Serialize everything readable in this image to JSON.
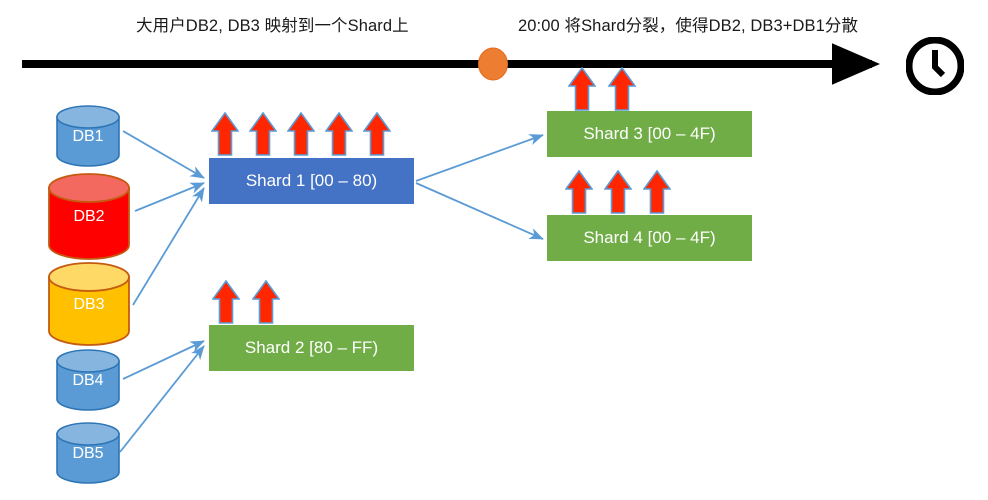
{
  "diagram": {
    "title_left": "大用户DB2, DB3 映射到一个Shard上",
    "title_right": "20:00 将Shard分裂，使得DB2, DB3+DB1分散",
    "timeline": {
      "marker_name": "split-event-marker",
      "marker_color": "#ed7d31",
      "line_color": "#000000",
      "clock_label": "clock-icon"
    },
    "databases": [
      {
        "id": "db1",
        "label": "DB1",
        "color": "#5b9bd5",
        "top_color": "#86b6e0",
        "stroke": "#2e75b6",
        "size": "small"
      },
      {
        "id": "db2",
        "label": "DB2",
        "color": "#ff0000",
        "top_color": "#f4695f",
        "stroke": "#c55a11",
        "size": "large"
      },
      {
        "id": "db3",
        "label": "DB3",
        "color": "#ffc000",
        "top_color": "#ffd966",
        "stroke": "#c55a11",
        "size": "large"
      },
      {
        "id": "db4",
        "label": "DB4",
        "color": "#5b9bd5",
        "top_color": "#86b6e0",
        "stroke": "#2e75b6",
        "size": "small"
      },
      {
        "id": "db5",
        "label": "DB5",
        "color": "#5b9bd5",
        "top_color": "#86b6e0",
        "stroke": "#2e75b6",
        "size": "small"
      }
    ],
    "shards": [
      {
        "id": "shard1",
        "label": "Shard 1 [00 – 80)",
        "color": "#4472c4",
        "load_arrows": 5
      },
      {
        "id": "shard2",
        "label": "Shard 2 [80 – FF)",
        "color": "#70ad47",
        "load_arrows": 2
      },
      {
        "id": "shard3",
        "label": "Shard 3 [00 – 4F)",
        "color": "#70ad47",
        "load_arrows": 2
      },
      {
        "id": "shard4",
        "label": "Shard 4 [00 – 4F)",
        "color": "#70ad47",
        "load_arrows": 3
      }
    ],
    "mappings": [
      {
        "from": "DB1",
        "to": "Shard 1"
      },
      {
        "from": "DB2",
        "to": "Shard 1"
      },
      {
        "from": "DB3",
        "to": "Shard 1"
      },
      {
        "from": "DB4",
        "to": "Shard 2"
      },
      {
        "from": "DB5",
        "to": "Shard 2"
      },
      {
        "from": "Shard 1",
        "to": "Shard 3"
      },
      {
        "from": "Shard 1",
        "to": "Shard 4"
      }
    ],
    "colors": {
      "connector": "#5b9bd5",
      "arrow_fill": "#ff2600",
      "arrow_stroke": "#5b9bd5",
      "shard_blue": "#4472c4",
      "shard_green": "#70ad47"
    }
  }
}
